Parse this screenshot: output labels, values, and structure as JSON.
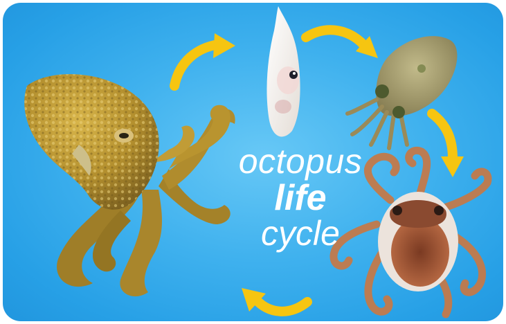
{
  "title": {
    "line1": "octopus",
    "line2": "life",
    "line3": "cycle"
  },
  "stages": [
    {
      "name": "adult-octopus",
      "color": "#b38f2e"
    },
    {
      "name": "egg",
      "color": "#efe9e2"
    },
    {
      "name": "hatchling",
      "color": "#a79a6b"
    },
    {
      "name": "juvenile",
      "color": "#b9683e"
    }
  ],
  "arrow_color": "#f6c511",
  "background_color": "#3db0ee"
}
